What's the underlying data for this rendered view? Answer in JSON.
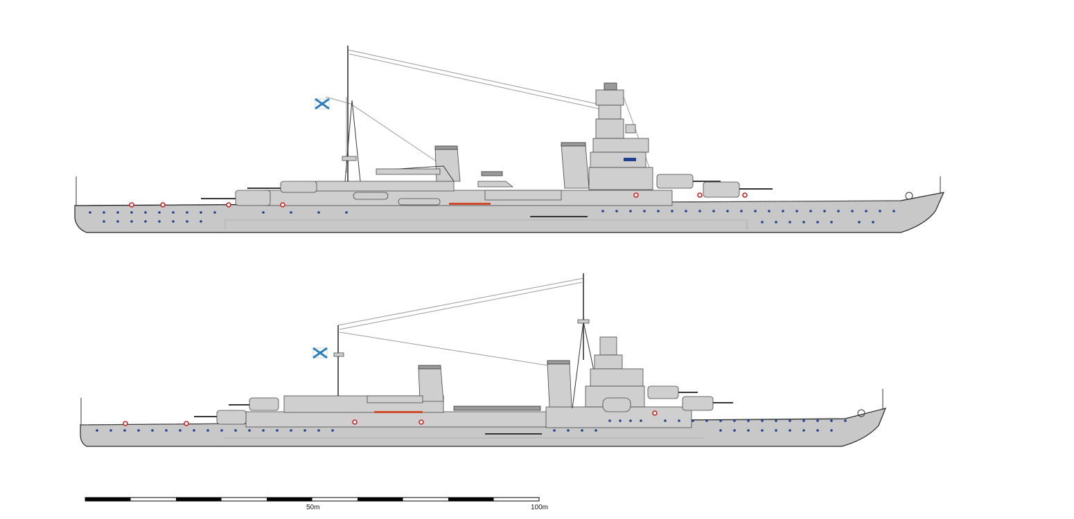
{
  "scale_bar": {
    "labels": [
      "50m",
      "100m"
    ],
    "segment_colors": [
      "#000000",
      "#ffffff"
    ]
  },
  "colors": {
    "hull": "#c8c8c8",
    "portholes": "#1f3f8f",
    "flag_saltire": "#2a7fc0",
    "lifebuoy": "#d02020",
    "boats_accent": "#d04a2a"
  },
  "ships": [
    {
      "name_shown": "",
      "flag": "st-andrew-naval-ensign"
    },
    {
      "name_shown": "",
      "flag": "st-andrew-naval-ensign"
    }
  ]
}
